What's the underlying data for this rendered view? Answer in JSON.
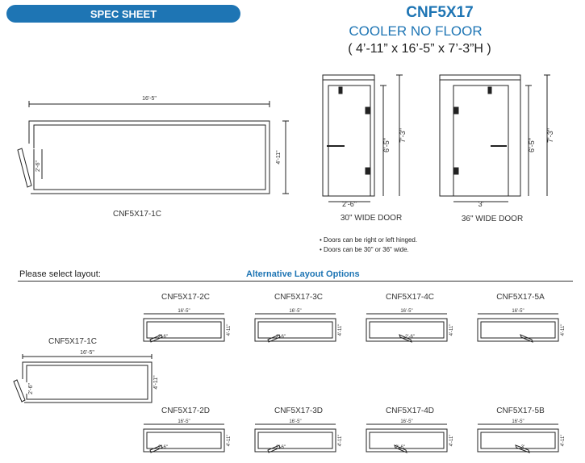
{
  "header": {
    "banner": "SPEC SHEET",
    "model": "CNF5X17",
    "subtitle": "COOLER NO FLOOR",
    "dims": "( 4’-11” x 16’-5” x 7’-3”H )"
  },
  "main_plan": {
    "caption": "CNF5X17-1C",
    "length": "16'-5\"",
    "width": "4'-11\"",
    "door": "2'-6\""
  },
  "doors": [
    {
      "caption": "30\" WIDE DOOR",
      "width": "2'-6\"",
      "door_h": "6'-5\"",
      "total_h": "7'-3\""
    },
    {
      "caption": "36\" WIDE DOOR",
      "width": "3'",
      "door_h": "6'-5\"",
      "total_h": "7'-3\""
    }
  ],
  "notes": [
    "Doors can be right or left hinged.",
    "Doors can be 30\" or 36\" wide."
  ],
  "layout": {
    "select_label": "Please select layout:",
    "alt_label": "Alternative Layout Options"
  },
  "selected": {
    "caption": "CNF5X17-1C",
    "length": "16'-5\"",
    "width": "4'-11\"",
    "door": "2'-6\""
  },
  "alternatives": [
    {
      "caption": "CNF5X17-2C",
      "length": "16'-5\"",
      "width": "4'-11\"",
      "door": "2'-6\""
    },
    {
      "caption": "CNF5X17-3C",
      "length": "16'-5\"",
      "width": "4'-11\"",
      "door": "2'-6\""
    },
    {
      "caption": "CNF5X17-4C",
      "length": "16'-5\"",
      "width": "4'-11\"",
      "door": "2'-6\""
    },
    {
      "caption": "CNF5X17-5A",
      "length": "16'-5\"",
      "width": "4'-11\"",
      "door": ""
    },
    {
      "caption": "CNF5X17-2D",
      "length": "16'-5\"",
      "width": "4'-11\"",
      "door": "2'-6\""
    },
    {
      "caption": "CNF5X17-3D",
      "length": "16'-5\"",
      "width": "4'-11\"",
      "door": "2'-6\""
    },
    {
      "caption": "CNF5X17-4D",
      "length": "16'-5\"",
      "width": "4'-11\"",
      "door": "2'-6\""
    },
    {
      "caption": "CNF5X17-5B",
      "length": "16'-5\"",
      "width": "4'-11\"",
      "door": "3'"
    }
  ]
}
